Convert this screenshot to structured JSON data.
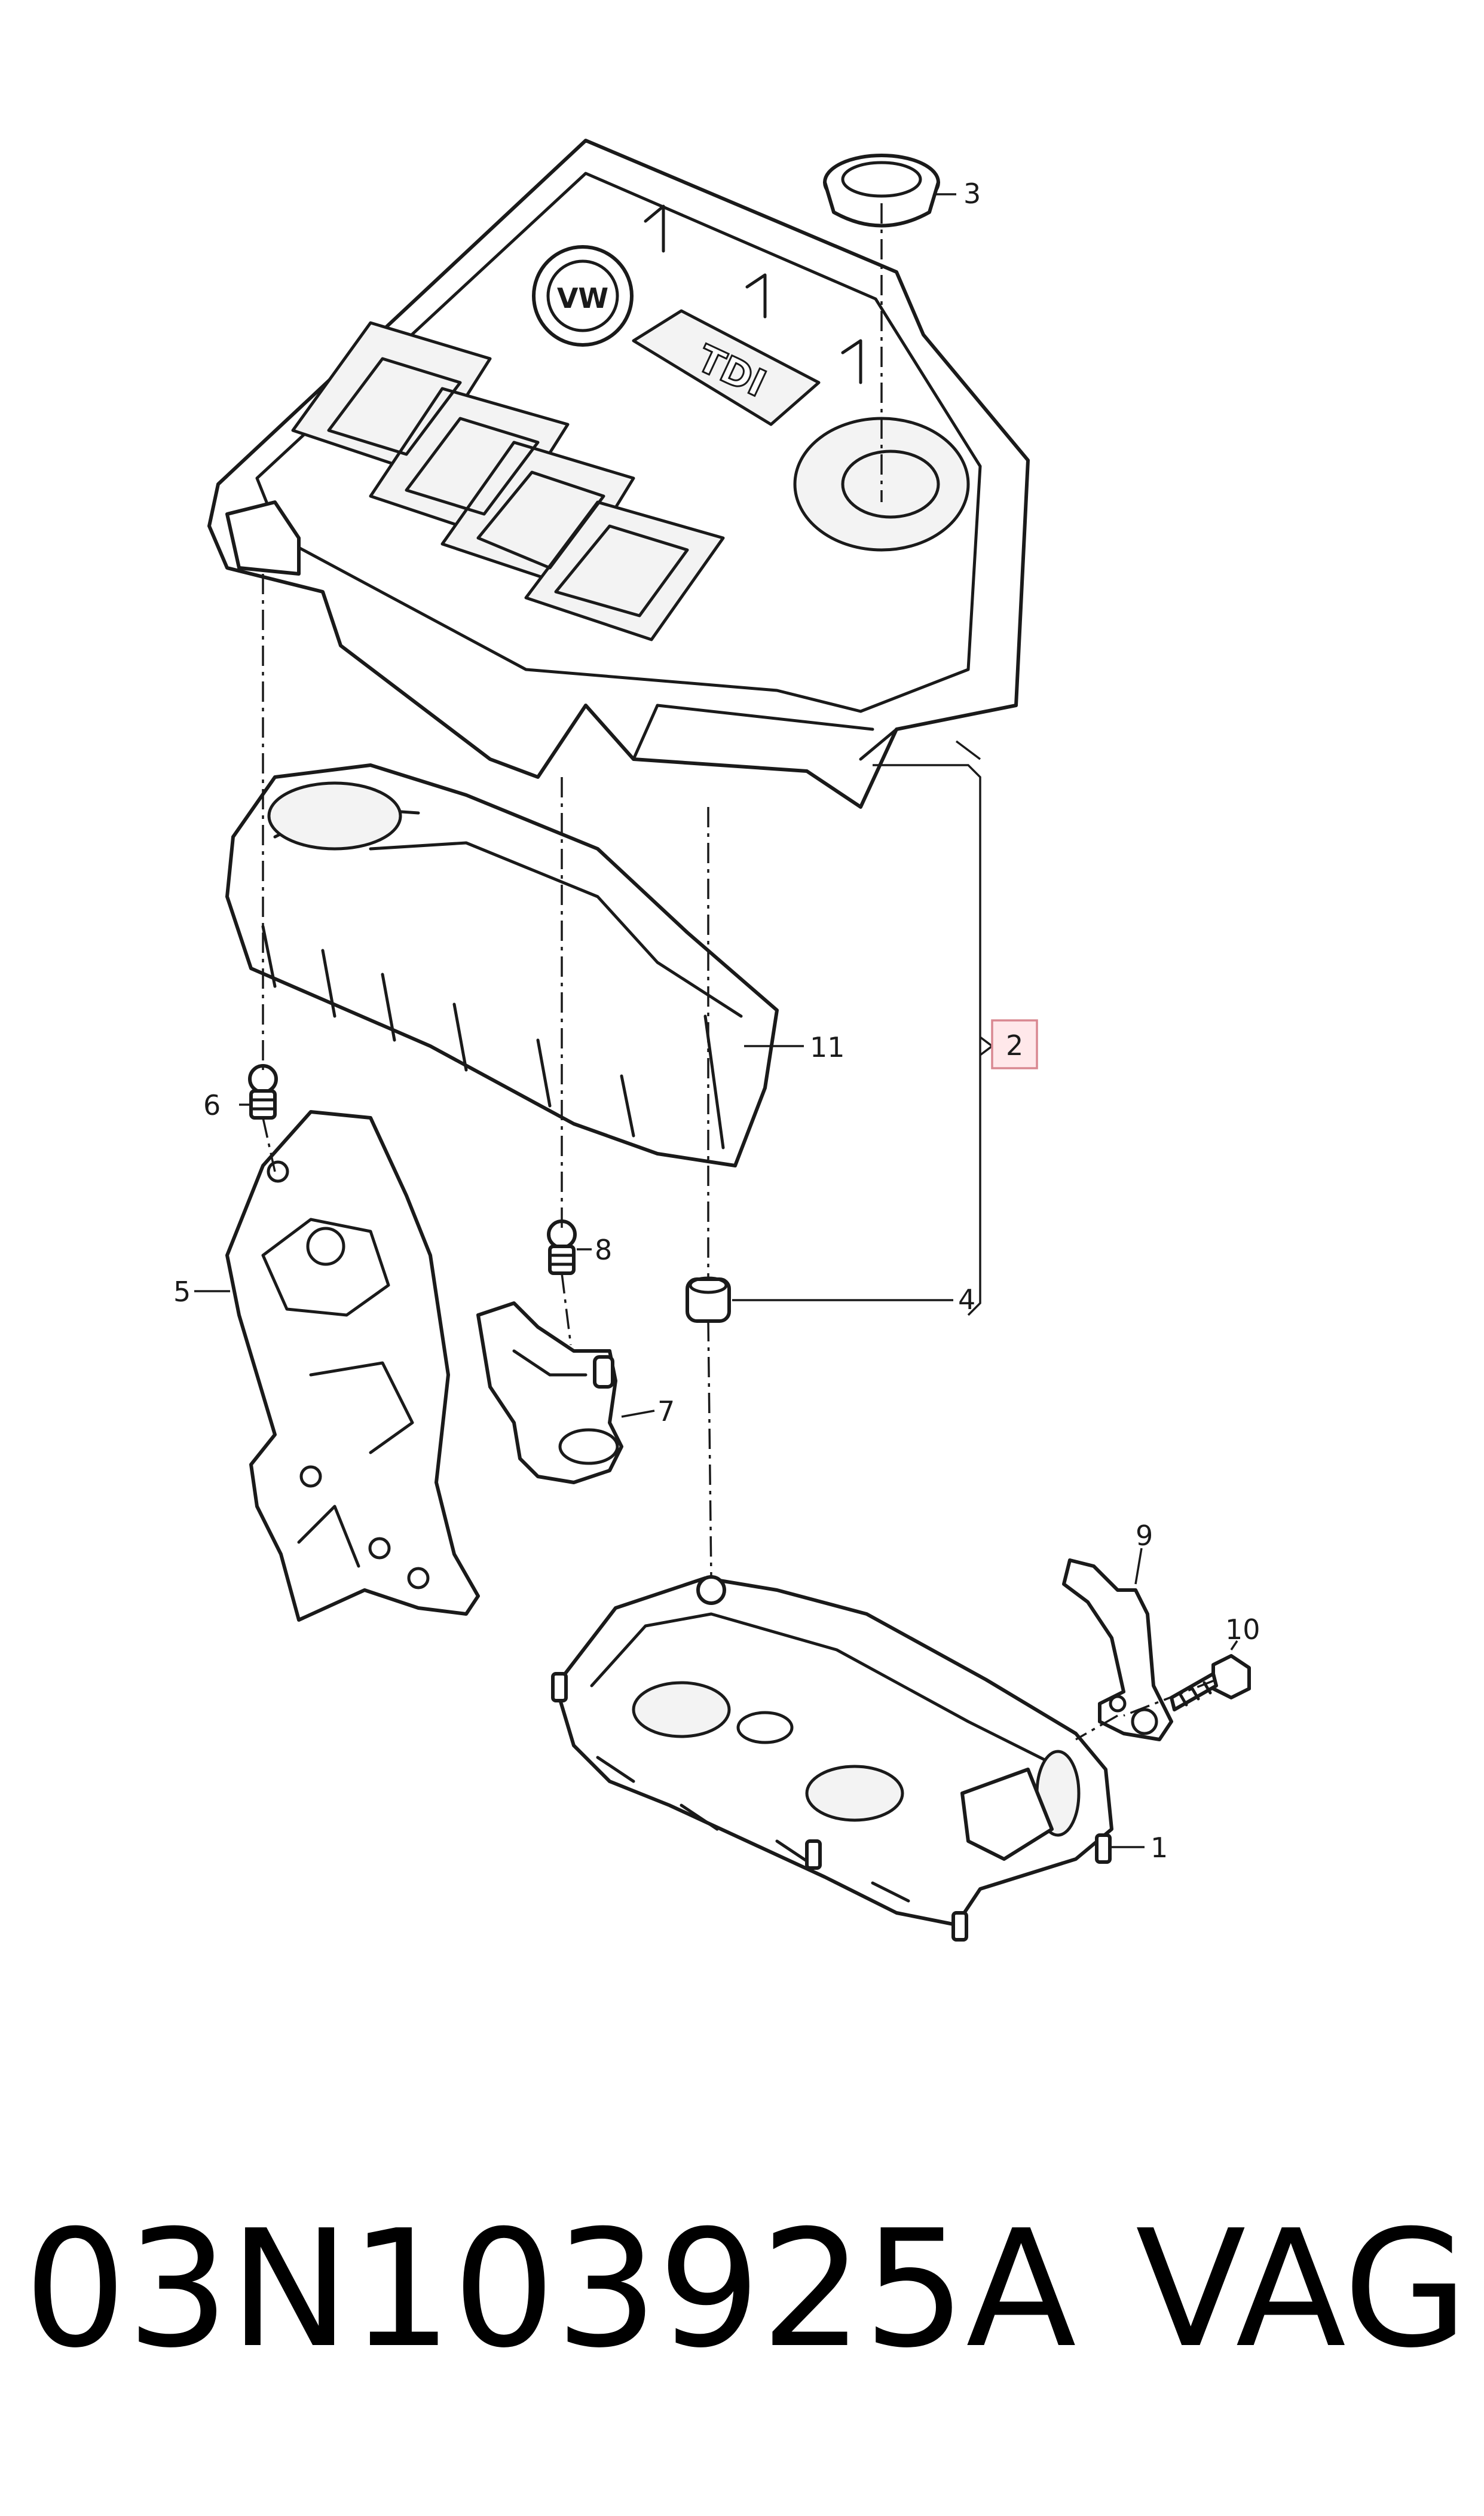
{
  "callouts": {
    "c1": "1",
    "c2": "2",
    "c3": "3",
    "c4": "4",
    "c5": "5",
    "c6": "6",
    "c7": "7",
    "c8": "8",
    "c9": "9",
    "c10": "10",
    "c11": "11"
  },
  "cover": {
    "emblem": "VW",
    "badge": "TDI"
  },
  "caption": {
    "part_number": "03N103925A",
    "brand": "VAG"
  },
  "colors": {
    "line": "#1a1a1a",
    "highlight_fill": "#ffe8ea",
    "highlight_border": "#d98891"
  }
}
